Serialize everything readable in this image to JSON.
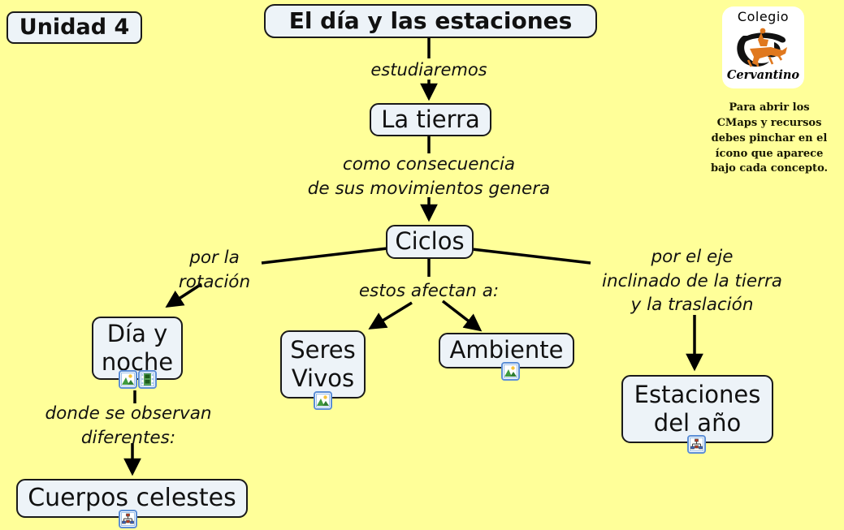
{
  "colors": {
    "background": "#FFFF99",
    "node_fill": "#EDF3F8",
    "node_border": "#1A1A1A",
    "connector": "#000000",
    "icon_border": "#5B8ED6",
    "logo_orange": "#E0781E"
  },
  "unit_badge": {
    "label": "Unidad 4"
  },
  "header": {
    "title": "El día y las estaciones"
  },
  "logo": {
    "school_name_top": "Colegio",
    "school_name_bottom": "Cervantino",
    "emblem_icon": "quixote-horseman-on-letter-c",
    "caption": "Para abrir los\nCMaps y  recursos\ndebes pinchar en el\nícono que aparece\nbajo cada concepto."
  },
  "concepts": {
    "la_tierra": {
      "label": "La tierra"
    },
    "ciclos": {
      "label": "Ciclos"
    },
    "dia_y_noche": {
      "label": "Día y\nnoche",
      "icons": [
        "image-icon",
        "video-icon"
      ]
    },
    "seres_vivos": {
      "label": "Seres\nVivos",
      "icons": [
        "image-icon"
      ]
    },
    "ambiente": {
      "label": "Ambiente",
      "icons": [
        "image-icon"
      ]
    },
    "estaciones_del_ano": {
      "label": "Estaciones\ndel año",
      "icons": [
        "cmap-icon"
      ]
    },
    "cuerpos_celestes": {
      "label": "Cuerpos celestes",
      "icons": [
        "cmap-icon"
      ]
    }
  },
  "linking_phrases": {
    "estudiaremos": "estudiaremos",
    "como_consecuencia": "como consecuencia\nde sus movimientos genera",
    "por_la_rotacion": "por la\nrotación",
    "estos_afectan": "estos afectan a:",
    "por_el_eje": "por el eje\ninclinado de la tierra\ny la traslación",
    "donde_se_observan": "donde se observan\ndiferentes:"
  }
}
